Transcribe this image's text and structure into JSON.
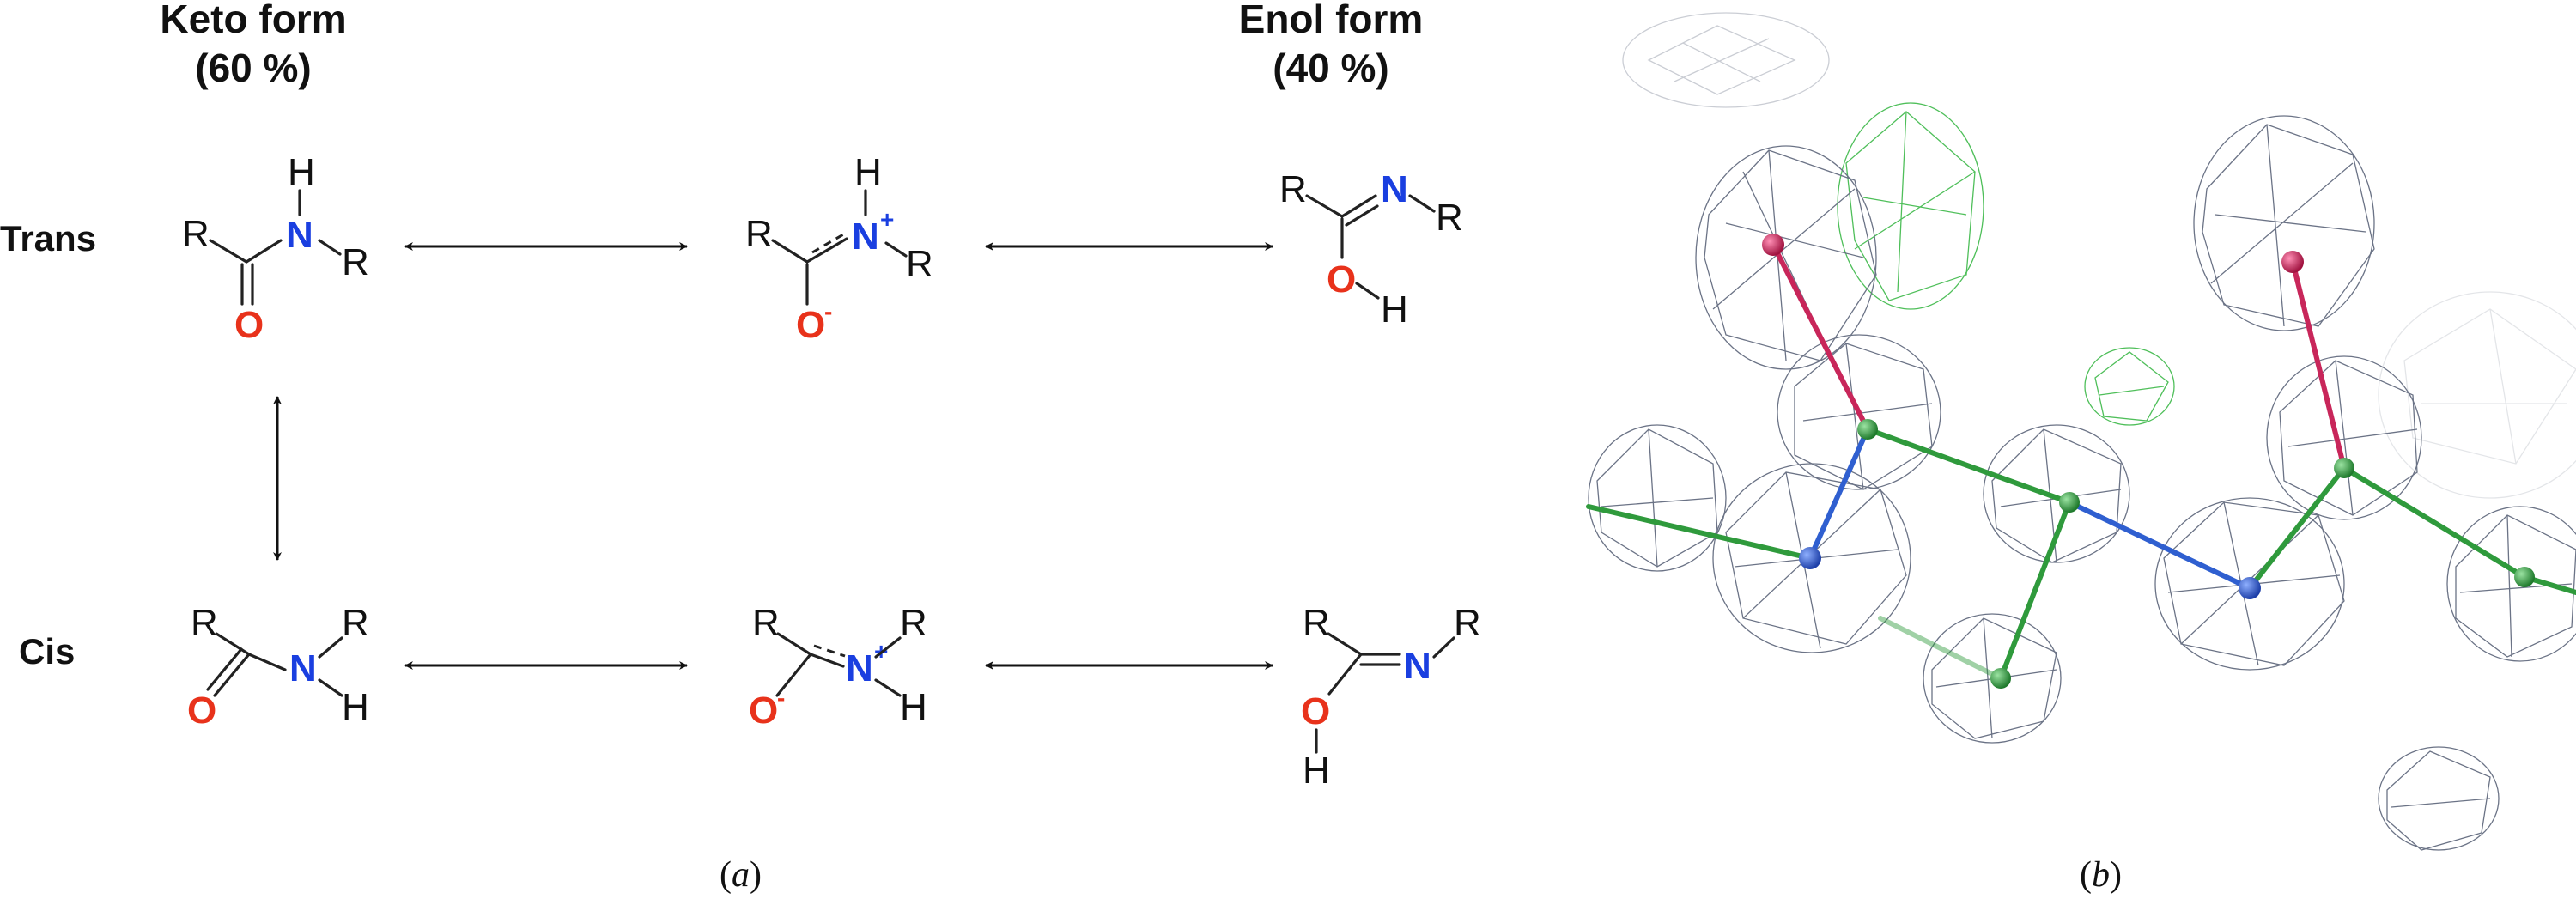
{
  "panel_a": {
    "headers": {
      "keto_title": "Keto form",
      "keto_pct": "(60 %)",
      "enol_title": "Enol form",
      "enol_pct": "(40 %)"
    },
    "rows": {
      "trans": "Trans",
      "cis": "Cis"
    },
    "atoms": {
      "R": "R",
      "N": "N",
      "O": "O",
      "H": "H",
      "plus": "+",
      "minus": "-"
    },
    "caption": "a"
  },
  "panel_b": {
    "caption": "b",
    "colors": {
      "mesh": "#6b7386",
      "difference_mesh": "#4fbf5a",
      "carbon": "#2f9a3c",
      "nitrogen": "#2f5fd0",
      "oxygen": "#c8265a"
    }
  },
  "colors": {
    "nitrogen_label": "#1a3fe0",
    "oxygen_label": "#e8321b"
  }
}
